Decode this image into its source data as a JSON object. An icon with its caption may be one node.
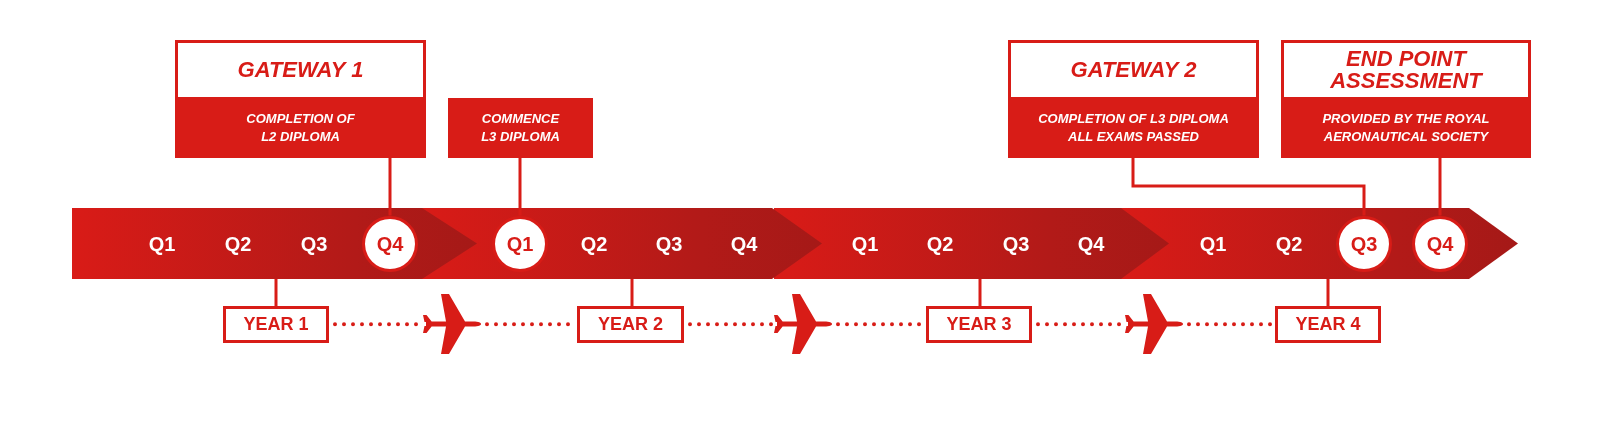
{
  "diagram": {
    "nodes": [
      {
        "text": [
          "GATEWAY 1",
          "COMPLETION OF L2 DIPLOMA"
        ]
      },
      {
        "text": [
          "COMMENCE L3 DIPLOMA"
        ]
      },
      {
        "text": [
          "GATEWAY 2",
          "COMPLETION OF L3 DIPLOMA ALL EXAMS PASSED"
        ]
      },
      {
        "text": [
          "END POINT ASSESSMENT",
          "PROVIDED BY THE ROYAL AERONAUTICAL SOCIETY"
        ]
      },
      {
        "text": [],
        "shape": "chevron"
      },
      {
        "text": [
          "Q1"
        ],
        "in": 4
      },
      {
        "text": [
          "Q2"
        ],
        "in": 4
      },
      {
        "text": [
          "Q3"
        ],
        "in": 4
      },
      {
        "text": [
          "Q4"
        ],
        "in": 4
      },
      {
        "text": [],
        "shape": "chevron"
      },
      {
        "text": [
          "Q1"
        ],
        "in": 9
      },
      {
        "text": [
          "Q2"
        ],
        "in": 9
      },
      {
        "text": [
          "Q3"
        ],
        "in": 9
      },
      {
        "text": [
          "Q4"
        ],
        "in": 9
      },
      {
        "text": [],
        "shape": "chevron"
      },
      {
        "text": [
          "Q1"
        ],
        "in": 14
      },
      {
        "text": [
          "Q2"
        ],
        "in": 14
      },
      {
        "text": [
          "Q3"
        ],
        "in": 14
      },
      {
        "text": [
          "Q4"
        ],
        "in": 14
      },
      {
        "text": [],
        "shape": "chevron"
      },
      {
        "text": [
          "Q1"
        ],
        "in": 19
      },
      {
        "text": [
          "Q2"
        ],
        "in": 19
      },
      {
        "text": [
          "Q3"
        ],
        "in": 19
      },
      {
        "text": [
          "Q4"
        ],
        "in": 19
      },
      {
        "text": [
          "YEAR 1"
        ]
      },
      {
        "text": [],
        "shape": "airplane"
      },
      {
        "text": [
          "YEAR 2"
        ]
      },
      {
        "text": [],
        "shape": "airplane"
      },
      {
        "text": [
          "YEAR 3"
        ]
      },
      {
        "text": [],
        "shape": "airplane"
      },
      {
        "text": [
          "YEAR 4"
        ]
      }
    ],
    "edges": [
      {
        "from": 0,
        "to": 8,
        "arrow": "none"
      },
      {
        "from": 1,
        "to": 10,
        "arrow": "none"
      },
      {
        "from": 2,
        "to": 22,
        "arrow": "none"
      },
      {
        "from": 3,
        "to": 23,
        "arrow": "none"
      },
      {
        "from": 4,
        "to": 24,
        "arrow": "none"
      },
      {
        "from": 9,
        "to": 26,
        "arrow": "none"
      },
      {
        "from": 14,
        "to": 28,
        "arrow": "none"
      },
      {
        "from": 19,
        "to": 30,
        "arrow": "none"
      },
      {
        "from": 24,
        "to": 25,
        "arrow": "none",
        "style": "dashed"
      },
      {
        "from": 25,
        "to": 26,
        "arrow": "none",
        "style": "dashed"
      },
      {
        "from": 26,
        "to": 27,
        "arrow": "none",
        "style": "dashed"
      },
      {
        "from": 27,
        "to": 28,
        "arrow": "none",
        "style": "dashed"
      },
      {
        "from": 28,
        "to": 29,
        "arrow": "none",
        "style": "dashed"
      },
      {
        "from": 29,
        "to": 30,
        "arrow": "none",
        "style": "dashed"
      }
    ]
  }
}
